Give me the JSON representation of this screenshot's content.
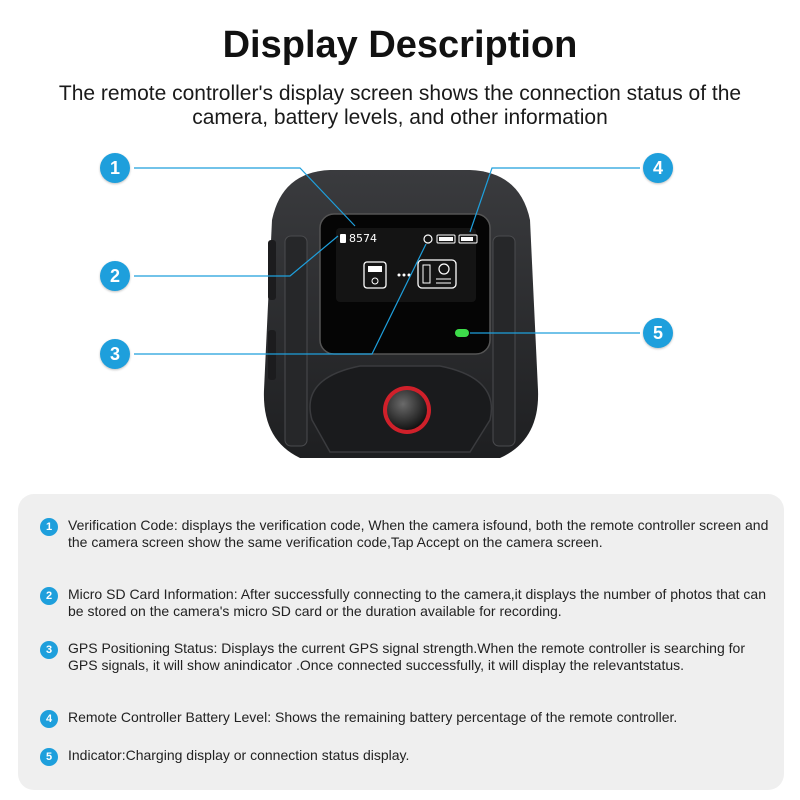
{
  "header": {
    "title": "Display Description",
    "subtitle": "The remote controller's display screen shows the connection status of the camera, battery levels, and other information"
  },
  "device": {
    "screen_code": "8574",
    "callouts": [
      "1",
      "2",
      "3",
      "4",
      "5"
    ],
    "colors": {
      "accent": "#1e9fdc",
      "indicator": "#3ddc4a",
      "button_ring": "#d0202a",
      "body": "#2a2b2d"
    }
  },
  "descriptions": [
    {
      "num": "1",
      "text": "Verification Code: displays the verification code, When the camera isfound, both the remote controller screen and the camera screen show the same verification code,Tap Accept on the camera screen."
    },
    {
      "num": "2",
      "text": "Micro SD Card Information: After successfully connecting to the camera,it displays the number of photos that can be stored on the camera's micro SD card or the duration available for recording."
    },
    {
      "num": "3",
      "text": "GPS Positioning Status: Displays the current GPS signal strength.When the remote controller is searching for GPS signals, it will show anindicator .Once connected successfully, it will display the relevantstatus."
    },
    {
      "num": "4",
      "text": "Remote Controller Battery Level: Shows the remaining battery percentage of the remote controller."
    },
    {
      "num": "5",
      "text": "Indicator:Charging display or connection status display."
    }
  ]
}
